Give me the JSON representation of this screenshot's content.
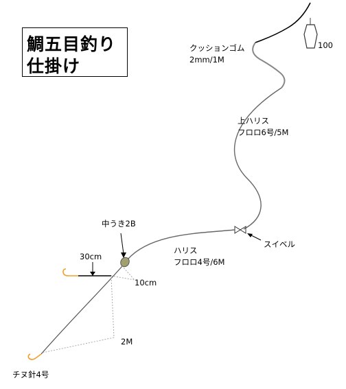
{
  "title": {
    "line1": "鯛五目釣り",
    "line2": "仕掛け"
  },
  "labels": {
    "cushion_gomu_name": "クッションゴム",
    "cushion_gomu_spec": "2mm/1M",
    "upper_harris_name": "上ハリス",
    "upper_harris_spec": "フロロ6号/5M",
    "sinker": "100",
    "swivel": "スイベル",
    "harris_name": "ハリス",
    "harris_spec": "フロロ4号/6M",
    "float": "中うき2B",
    "branch_length": "30cm",
    "branch_gap": "10cm",
    "lower_length": "2M",
    "hook": "チヌ針4号"
  },
  "colors": {
    "main_line": "#000000",
    "cushion": "#888888",
    "leader": "#777777",
    "hook": "#f0a028",
    "float_fill": "#a0a070",
    "dashed": "#aaaaaa"
  }
}
